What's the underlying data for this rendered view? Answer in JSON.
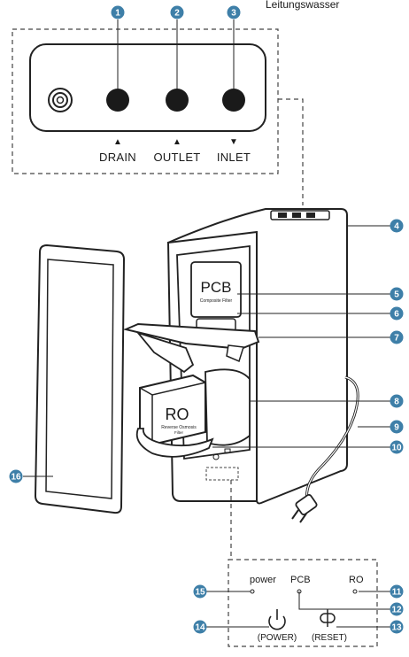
{
  "header_text": "Leitungswasser",
  "ports": {
    "drain_label": "DRAIN",
    "outlet_label": "OUTLET",
    "inlet_label": "INLET",
    "drain_arrow": "▲",
    "outlet_arrow": "▲",
    "inlet_arrow": "▼"
  },
  "filters": {
    "pcb_title": "PCB",
    "pcb_subtitle": "Composite Filter",
    "ro_title": "RO",
    "ro_subtitle": "Reverse Osmosis",
    "ro_subtitle2": "Filter"
  },
  "panel": {
    "power_label": "power",
    "pcb_label": "PCB",
    "ro_label": "RO",
    "power_button_label": "(POWER)",
    "reset_button_label": "(RESET)"
  },
  "badge_color": "#3e7fa8",
  "callouts": [
    "1",
    "2",
    "3",
    "4",
    "5",
    "6",
    "7",
    "8",
    "9",
    "10",
    "11",
    "12",
    "13",
    "14",
    "15",
    "16"
  ]
}
